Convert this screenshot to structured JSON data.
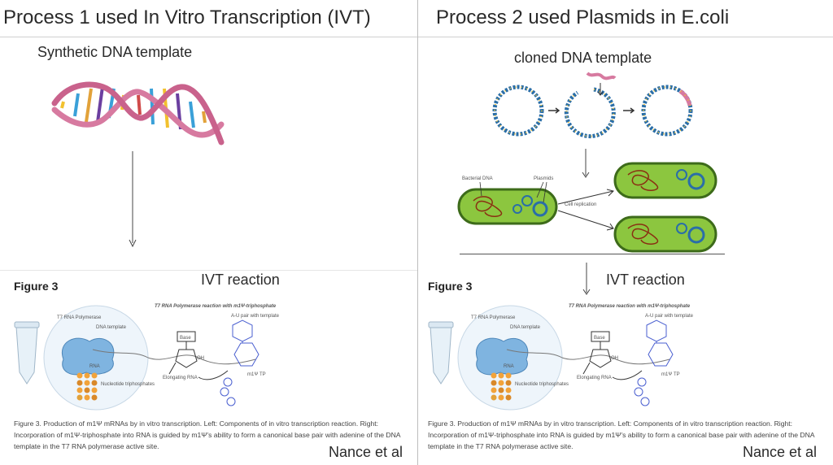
{
  "left": {
    "header": "Process 1 used In Vitro Transcription (IVT)",
    "template_label": "Synthetic DNA template",
    "reaction_label": "IVT reaction",
    "figure": {
      "title": "Figure 3",
      "diagram_title": "T7 RNA Polymerase reaction with m1Ψ-triphosphate",
      "polymerase_label": "T7 RNA Polymerase",
      "dna_label": "DNA template",
      "rna_label": "RNA",
      "nucleotide_label": "Nucleotide triphosphates",
      "base_label": "Base",
      "pair_label": "A-U pair with template",
      "oh_label": "OH",
      "elongating_label": "Elongating RNA",
      "tp_label": "m1Ψ TP",
      "caption": "Figure 3. Production of m1Ψ mRNAs by in vitro transcription. Left: Components of in vitro transcription reaction. Right: Incorporation of m1Ψ-triphosphate into RNA is guided by m1Ψ's ability to form a canonical base pair with adenine of the DNA template in the T7 RNA polymerase active site."
    },
    "credit": "Nance et al"
  },
  "right": {
    "header": "Process 2 used Plasmids in E.coli",
    "template_label": "cloned DNA template",
    "bacterial_dna_label": "Bacterial DNA",
    "plasmids_label": "Plasmids",
    "replication_label": "Cell replication",
    "reaction_label": "IVT reaction",
    "figure": {
      "title": "Figure 3",
      "diagram_title": "T7 RNA Polymerase reaction with m1Ψ-triphosphate",
      "polymerase_label": "T7 RNA Polymerase",
      "dna_label": "DNA template",
      "rna_label": "RNA",
      "nucleotide_label": "Nucleotide triphosphates",
      "base_label": "Base",
      "pair_label": "A-U pair with template",
      "oh_label": "OH",
      "elongating_label": "Elongating RNA",
      "tp_label": "m1Ψ TP",
      "caption": "Figure 3. Production of m1Ψ mRNAs by in vitro transcription. Left: Components of in vitro transcription reaction. Right: Incorporation of m1Ψ-triphosphate into RNA is guided by m1Ψ's ability to form a canonical base pair with adenine of the DNA template in the T7 RNA polymerase active site."
    },
    "credit": "Nance et al"
  },
  "colors": {
    "dna_backbone": "#d77aa0",
    "bacteria_fill": "#8cc63f",
    "bacteria_stroke": "#3d6b1a",
    "plasmid_blue": "#2a6ea8",
    "polymerase_blue": "#7fb4e0",
    "chem_blue": "#4a5fd0"
  }
}
